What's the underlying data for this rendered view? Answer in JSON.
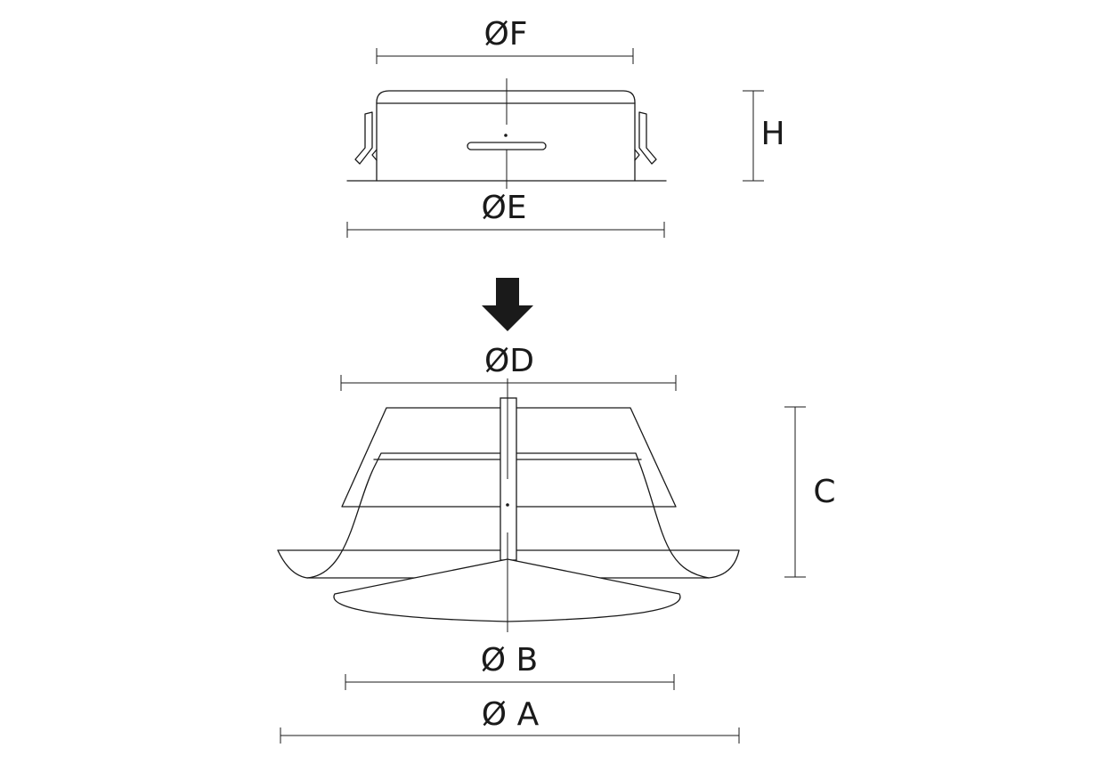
{
  "dimensions": {
    "F": "ØF",
    "E": "ØE",
    "H": "H",
    "D": "ØD",
    "C": "C",
    "B": "Ø B",
    "A": "Ø A"
  },
  "colors": {
    "line": "#1a1a1a",
    "background": "#ffffff"
  }
}
